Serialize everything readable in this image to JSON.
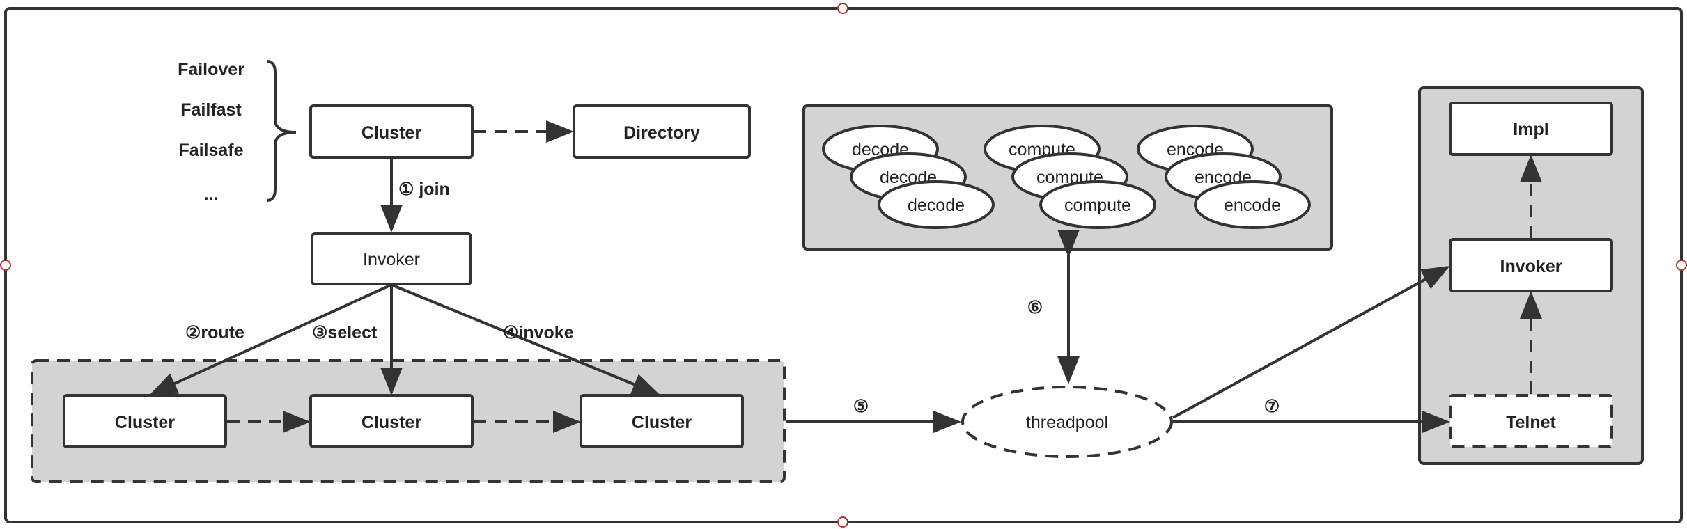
{
  "strategies": [
    "Failover",
    "Failfast",
    "Failsafe",
    "..."
  ],
  "cluster_label": "Cluster",
  "directory_label": "Directory",
  "invoker_label": "Invoker",
  "impl_label": "Impl",
  "telnet_label": "Telnet",
  "threadpool_label": "threadpool",
  "steps": {
    "join": "① join",
    "route": "②route",
    "select": "③select",
    "invoke": "④invoke",
    "five": "⑤",
    "six": "⑥",
    "seven": "⑦"
  },
  "workers": {
    "decode": "decode",
    "compute": "compute",
    "encode": "encode"
  },
  "colors": {
    "stroke": "#333333",
    "group_fill": "#d3d3d3",
    "box_fill": "#ffffff"
  }
}
